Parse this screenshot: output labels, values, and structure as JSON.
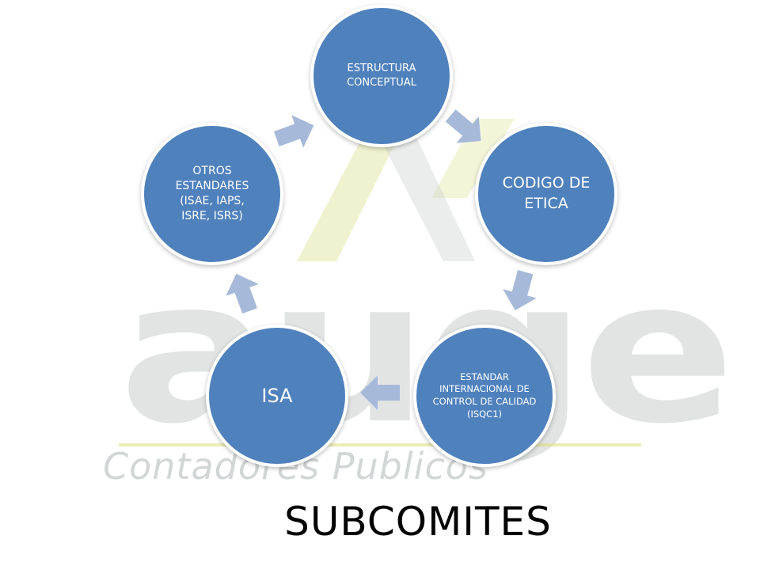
{
  "watermark": {
    "word": "auge",
    "subtitle": "Contadores Publicos"
  },
  "nodes": [
    {
      "label": "ESTRUCTURA CONCEPTUAL"
    },
    {
      "label": "CODIGO DE ETICA"
    },
    {
      "label": "ESTANDAR INTERNACIONAL DE CONTROL DE CALIDAD (ISQC1)"
    },
    {
      "label": "ISA"
    },
    {
      "label": "OTROS ESTANDARES (ISAE, IAPS, ISRE, ISRS)"
    }
  ],
  "title": "SUBCOMITES",
  "colors": {
    "node_fill": "#4f81bd",
    "arrow_fill": "#a7b9d9",
    "background": "#ffffff"
  }
}
